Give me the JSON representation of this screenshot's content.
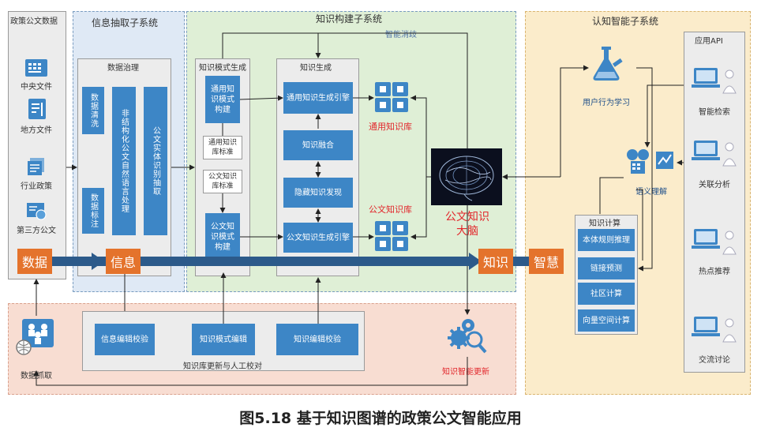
{
  "sections": {
    "policy_data": "政策公文数据",
    "extraction": "信息抽取子系统",
    "knowledge_build": "知识构建子系统",
    "cognitive": "认知智能子系统"
  },
  "sources": [
    {
      "label": "中央文件",
      "icon": "document-grid-icon"
    },
    {
      "label": "地方文件",
      "icon": "document-pen-icon"
    },
    {
      "label": "行业政策",
      "icon": "document-stack-icon"
    },
    {
      "label": "第三方公文",
      "icon": "document-globe-icon"
    }
  ],
  "governance": {
    "title": "数据治理",
    "cleaning": "数据清洗",
    "labeling": "数据标注",
    "nlp": "非结构化公文自然语言处理",
    "entity": "公文实体识别抽取"
  },
  "pattern_gen": {
    "title": "知识模式生成",
    "general": "通用知识模式构建",
    "general_std": "通用知识库标准",
    "doc_std": "公文知识库标准",
    "doc": "公文知识模式构建"
  },
  "knowledge_gen": {
    "title": "知识生成",
    "general_engine": "通用知识生成引擎",
    "fusion": "知识融合",
    "hidden": "隐藏知识发现",
    "doc_engine": "公文知识生成引擎"
  },
  "smart_elimination": "智能消歧",
  "kb": {
    "general": "通用知识库",
    "doc": "公文知识库"
  },
  "brain": "公文知识大脑",
  "flow": {
    "data": "数据",
    "info": "信息",
    "knowledge": "知识",
    "wisdom": "智慧"
  },
  "behavior": "用户行为学习",
  "semantic": "语义理解",
  "computation": {
    "title": "知识计算",
    "items": [
      "本体规则推理",
      "链接预测",
      "社区计算",
      "向量空间计算"
    ]
  },
  "api": {
    "title": "应用API",
    "items": [
      "智能检索",
      "关联分析",
      "热点推荐",
      "交流讨论"
    ]
  },
  "bottom": {
    "items": [
      "信息编辑校验",
      "知识模式编辑",
      "知识编辑校验"
    ],
    "caption": "知识库更新与人工校对",
    "capture": "数据抓取",
    "smart_update": "知识智能更新"
  },
  "caption": "图5.18 基于知识图谱的政策公文智能应用",
  "colors": {
    "blue_box": "#3d86c6",
    "orange_box": "#e4732c",
    "red_text": "#e2262b",
    "green_zone": "#dfefd6",
    "blue_zone": "#dfe9f5",
    "yellow_zone": "#fbeccb",
    "pink_zone": "#f8ddd2"
  }
}
